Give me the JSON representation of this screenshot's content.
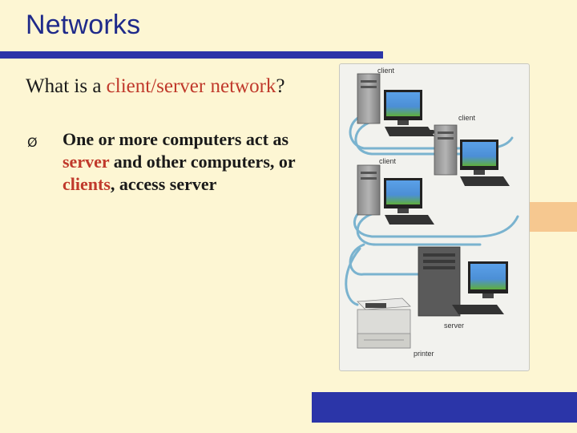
{
  "slide": {
    "title": "Networks",
    "question": {
      "part1": "What is a ",
      "highlight": "client/server network",
      "part2": "?"
    },
    "bullet": {
      "marker": "Ø",
      "t1": "One or more computers act as ",
      "h1": "server",
      "t2": " and other computers, or ",
      "h2": "clients",
      "t3": ", access server"
    }
  },
  "diagram": {
    "labels": {
      "client_top": "client",
      "client_right": "client",
      "client_mid": "client",
      "server": "server",
      "printer": "printer"
    }
  },
  "colors": {
    "title": "#1f2a8a",
    "rule": "#2b35a8",
    "highlight": "#c0392b",
    "background": "#fdf6d3",
    "accent": "#f6c890"
  }
}
